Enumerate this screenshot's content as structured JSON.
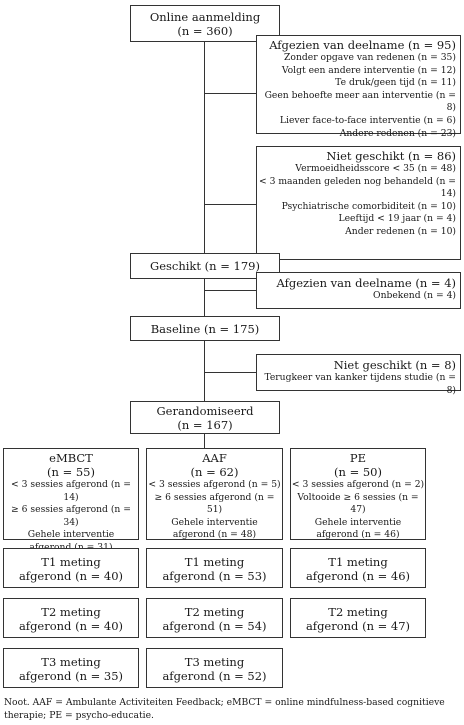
{
  "online": {
    "title": "Online aanmelding",
    "n": "(n = 360)"
  },
  "exclusion1": {
    "title": "Afgezien van deelname (n = 95)",
    "items": [
      "Zonder opgave van redenen (n = 35)",
      "Volgt een andere interventie (n = 12)",
      "Te druk/geen tijd (n = 11)",
      "Geen behoefte meer aan interventie (n = 8)",
      "Liever face-to-face interventie (n = 6)",
      "Andere redenen (n = 23)"
    ]
  },
  "exclusion2": {
    "title": "Niet geschikt (n = 86)",
    "items": [
      "Vermoeidheidsscore < 35 (n = 48)",
      "< 3 maanden geleden nog behandeld (n = 14)",
      "Psychiatrische comorbiditeit (n = 10)",
      "Leeftijd < 19 jaar (n = 4)",
      "Ander redenen (n = 10)"
    ]
  },
  "eligible": {
    "label": "Geschikt (n = 179)"
  },
  "exclusion3": {
    "title": "Afgezien van deelname (n = 4)",
    "items": [
      "Onbekend (n = 4)"
    ]
  },
  "baseline": {
    "label": "Baseline (n = 175)"
  },
  "exclusion4": {
    "title": "Niet geschikt (n = 8)",
    "items": [
      "Terugkeer van kanker tijdens studie (n = 8)"
    ]
  },
  "randomized": {
    "title": "Gerandomiseerd",
    "n": "(n = 167)"
  },
  "arms": [
    {
      "name": "eMBCT",
      "n": "(n = 55)",
      "lines": [
        "< 3 sessies afgerond (n = 14)",
        "≥ 6 sessies afgerond (n = 34)",
        "Gehele interventie",
        "afgerond (n = 31)"
      ],
      "t1": [
        "T1 meting",
        "afgerond (n = 40)"
      ],
      "t2": [
        "T2 meting",
        "afgerond (n = 40)"
      ],
      "t3": [
        "T3 meting",
        "afgerond (n = 35)"
      ]
    },
    {
      "name": "AAF",
      "n": "(n = 62)",
      "lines": [
        "< 3 sessies afgerond (n = 5)",
        "≥ 6 sessies afgerond (n = 51)",
        "Gehele interventie",
        "afgerond (n = 48)"
      ],
      "t1": [
        "T1 meting",
        "afgerond (n = 53)"
      ],
      "t2": [
        "T2 meting",
        "afgerond (n = 54)"
      ],
      "t3": [
        "T3 meting",
        "afgerond (n = 52)"
      ]
    },
    {
      "name": "PE",
      "n": "(n = 50)",
      "lines": [
        "< 3 sessies afgerond (n = 2)",
        "Voltooide ≥ 6 sessies (n = 47)",
        "Gehele interventie",
        "afgerond (n = 46)"
      ],
      "t1": [
        "T1 meting",
        "afgerond (n = 46)"
      ],
      "t2": [
        "T2 meting",
        "afgerond (n = 47)"
      ]
    }
  ],
  "note": "Noot. AAF = Ambulante Activiteiten Feedback; eMBCT = online mindfulness-based cognitieve therapie; PE = psycho-educatie."
}
